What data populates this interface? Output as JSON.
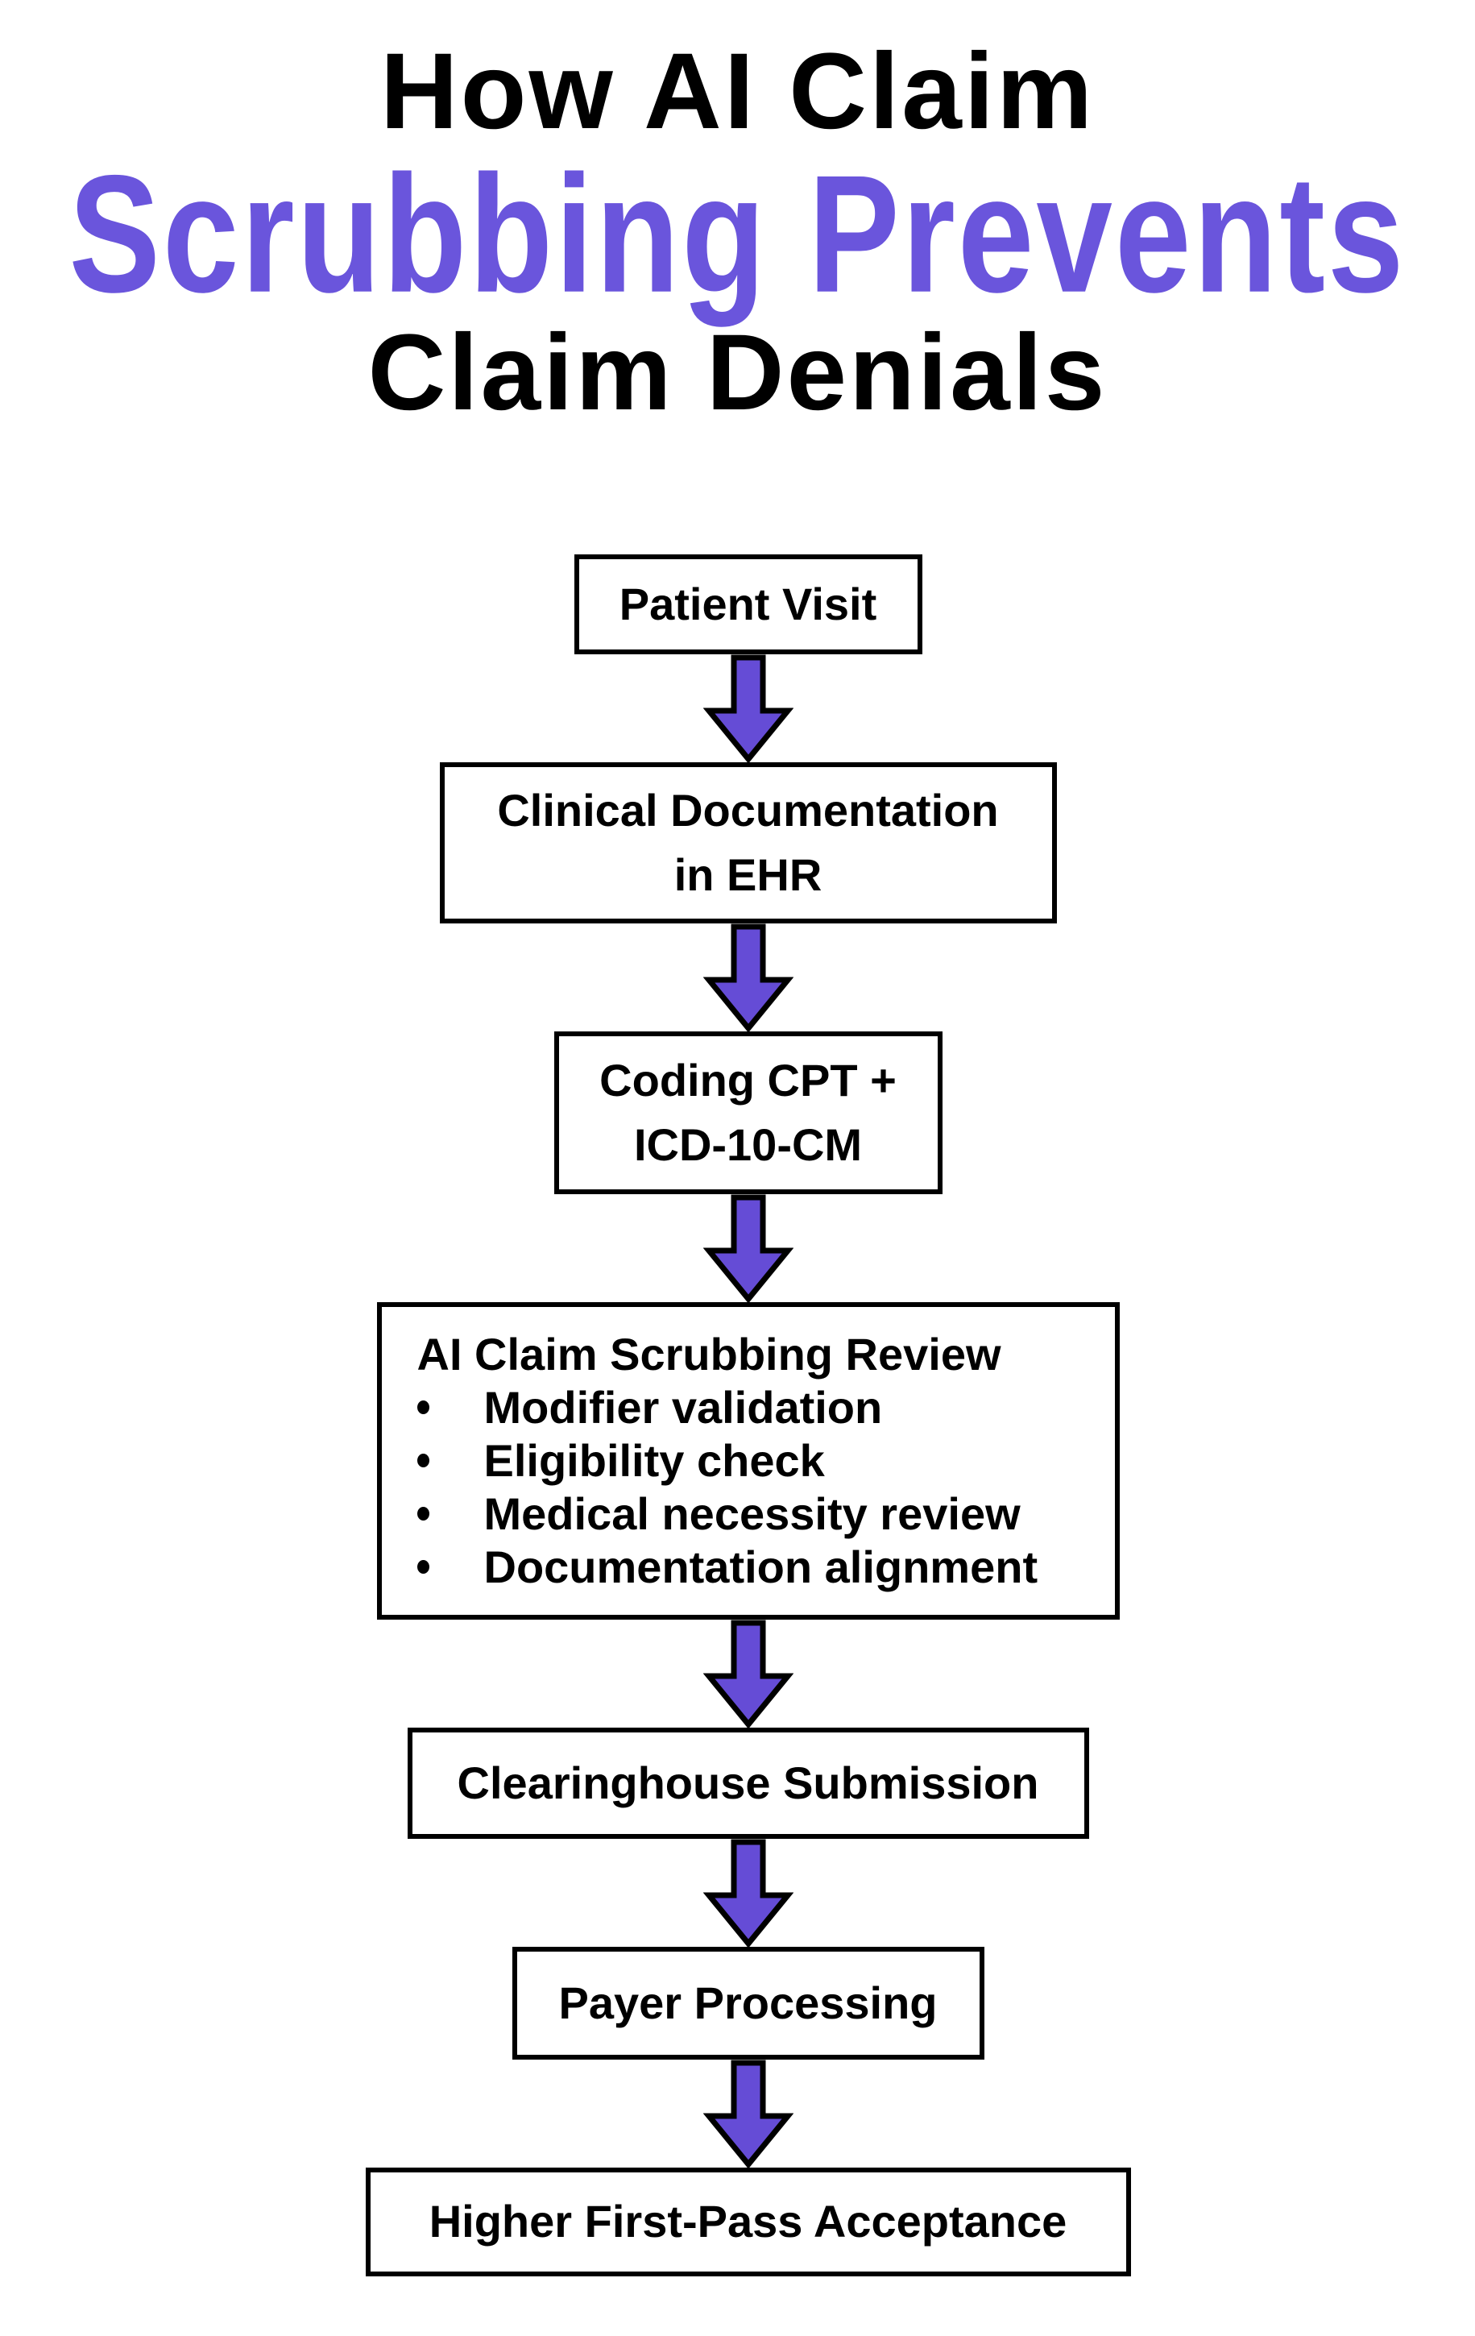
{
  "title": {
    "line1": "How AI Claim",
    "line2": "Scrubbing Prevents",
    "line3": "Claim Denials"
  },
  "colors": {
    "title_accent": "#6A55DC",
    "arrow_fill": "#654CD6",
    "outline": "#000000",
    "background": "#FFFFFF"
  },
  "flowchart": {
    "steps": [
      {
        "lines": [
          "Patient Visit"
        ]
      },
      {
        "lines": [
          "Clinical Documentation",
          "in EHR"
        ]
      },
      {
        "lines": [
          "Coding CPT +",
          "ICD-10-CM"
        ]
      },
      {
        "title": "AI Claim Scrubbing Review",
        "bullets": [
          "Modifier validation",
          "Eligibility check",
          "Medical necessity review",
          "Documentation alignment"
        ]
      },
      {
        "lines": [
          "Clearinghouse Submission"
        ]
      },
      {
        "lines": [
          "Payer Processing"
        ]
      },
      {
        "lines": [
          "Higher First-Pass Acceptance"
        ]
      }
    ]
  }
}
